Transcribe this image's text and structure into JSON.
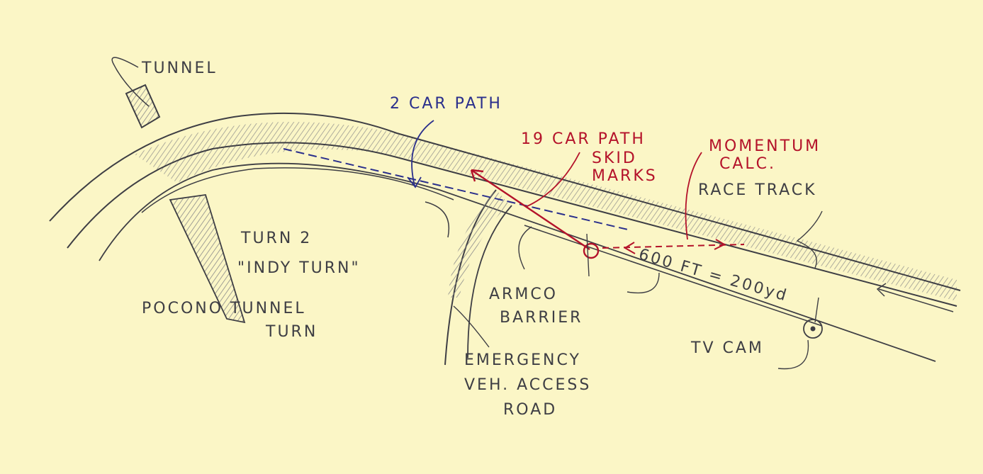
{
  "colors": {
    "paper": "#fbf6c6",
    "pencil": "#3e3e44",
    "blue_ink": "#2a2f8c",
    "red_ink": "#b4122a",
    "hatch": "#8a8a8a"
  },
  "labels": {
    "tunnel": "TUNNEL",
    "two_car_path": "2 CAR PATH",
    "nineteen_car_path": "19 CAR PATH",
    "skid": "SKID",
    "marks": "MARKS",
    "momentum": "MOMENTUM",
    "calc": "CALC.",
    "race_track": "RACE TRACK",
    "turn_2": "TURN 2",
    "indy_turn": "\"INDY TURN\"",
    "pocono_tunnel": "POCONO TUNNEL",
    "turn": "TURN",
    "armco": "ARMCO",
    "barrier": "BARRIER",
    "distance": "600 FT = 200yd",
    "tv_cam": "TV CAM",
    "emergency": "EMERGENCY",
    "veh_access": "VEH. ACCESS",
    "road": "ROAD"
  }
}
